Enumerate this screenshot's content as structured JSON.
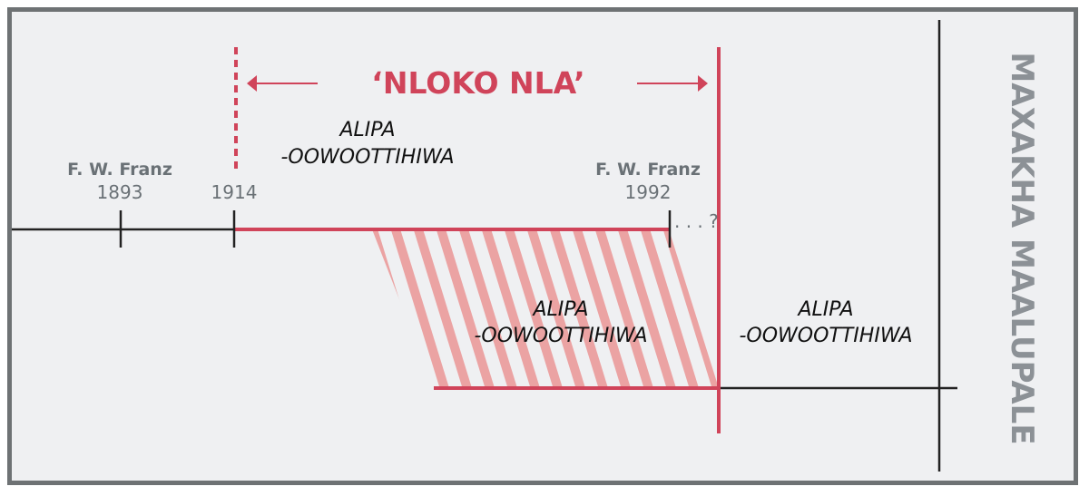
{
  "colors": {
    "accent": "#d0445a",
    "hatch": "#eba3a3",
    "line": "#222222",
    "muted_text": "#6a7176",
    "side_text": "#8c9196",
    "frame": "#6e7274",
    "background": "#eff0f2"
  },
  "title": "‘NLOKO NLA’",
  "side_label": "MAXAKHA MAALUPALE",
  "markers": [
    {
      "name": "F. W. Franz",
      "year": "1893"
    },
    {
      "name": "",
      "year": "1914"
    },
    {
      "name": "F. W. Franz",
      "year": "1992"
    }
  ],
  "continuation": ". . . ?",
  "era_labels": [
    {
      "line1": "ALIPA",
      "line2": "-OOWOOTTIHIWA"
    },
    {
      "line1": "ALIPA",
      "line2": "-OOWOOTTIHIWA"
    },
    {
      "line1": "ALIPA",
      "line2": "-OOWOOTTIHIWA"
    }
  ]
}
